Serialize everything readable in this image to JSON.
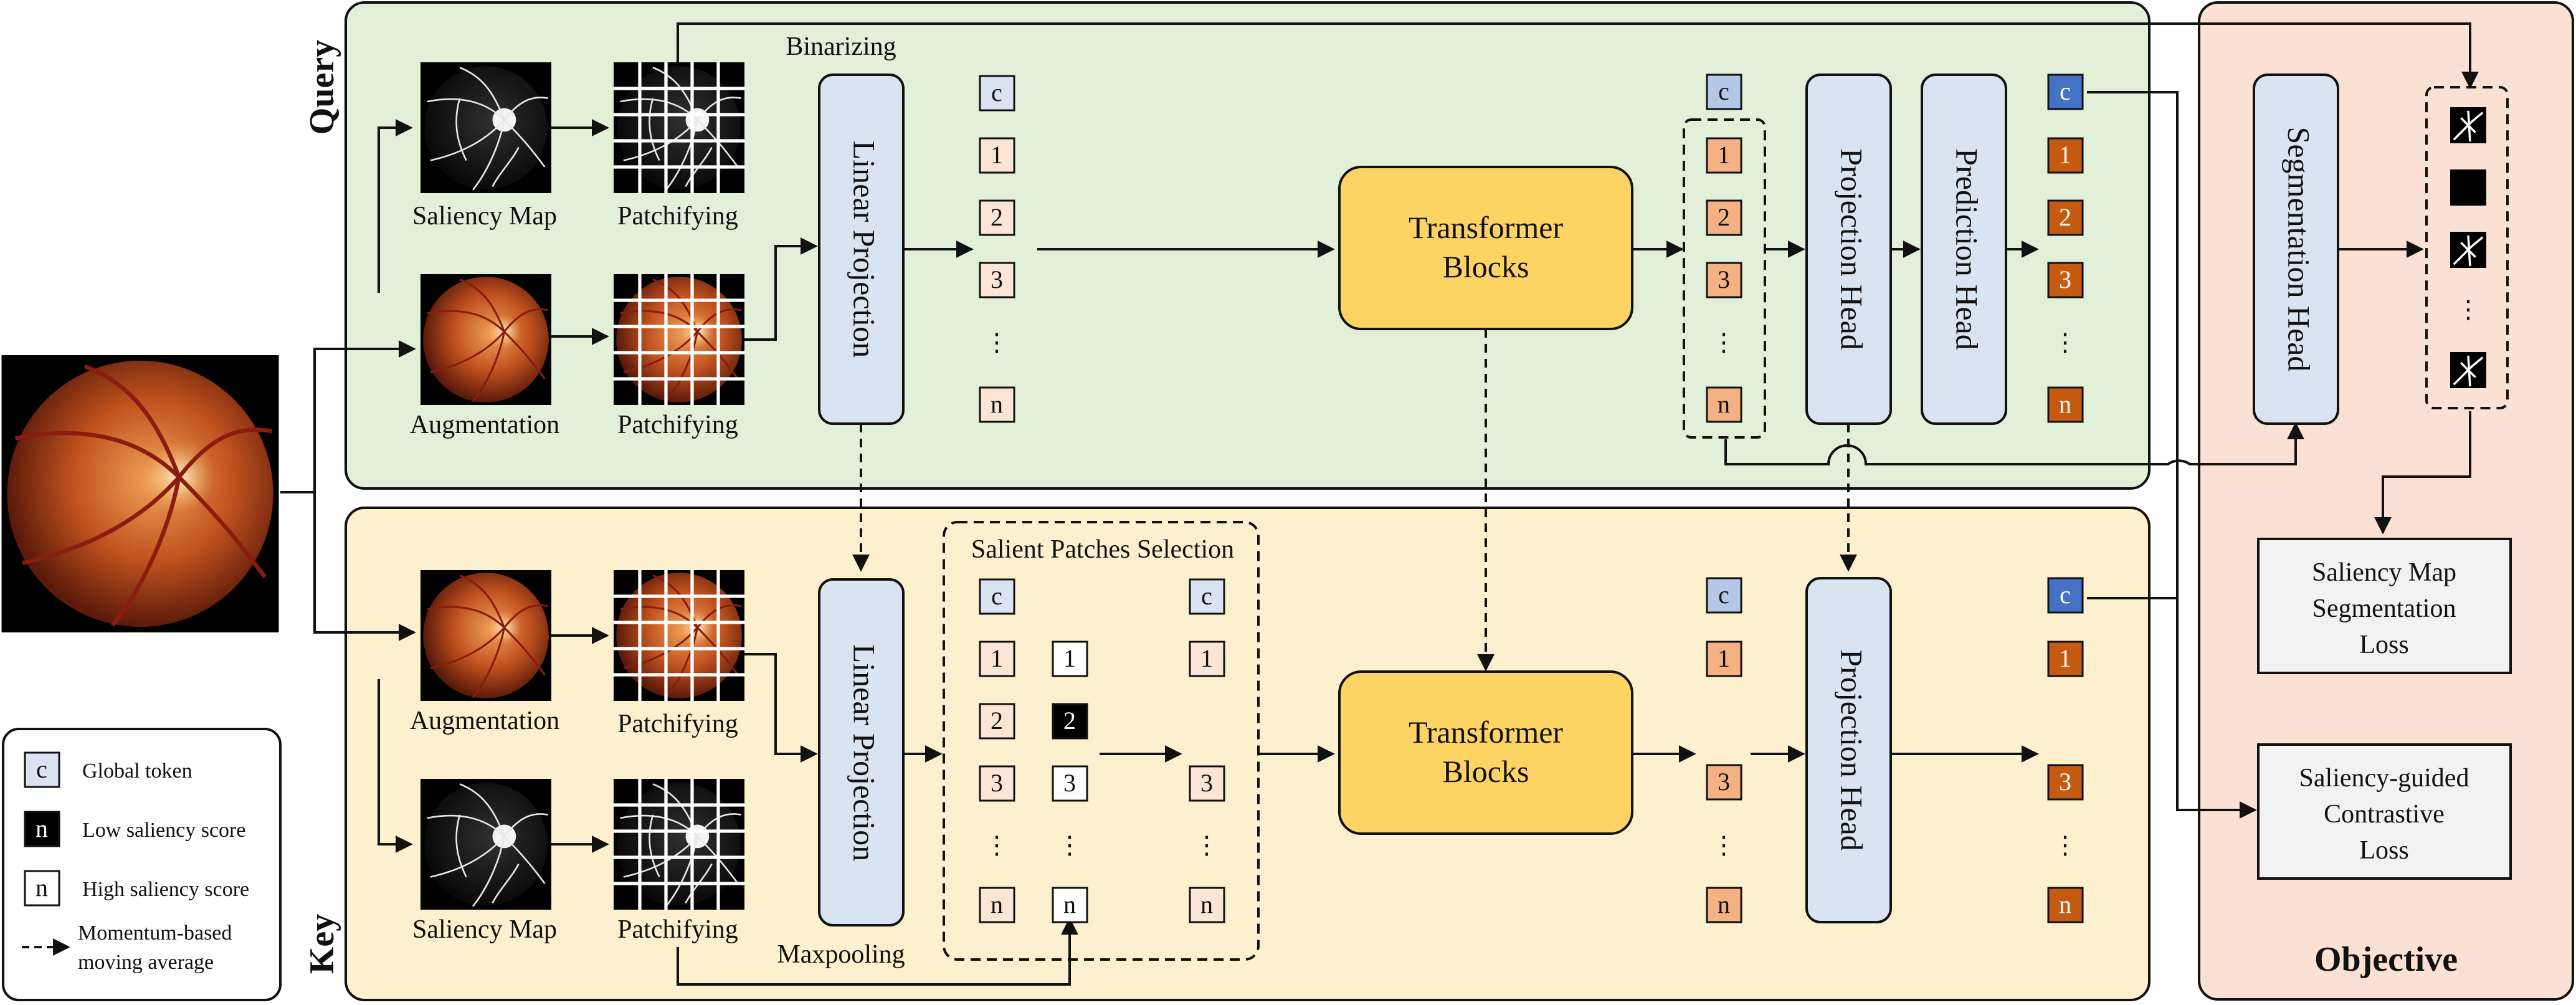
{
  "colors": {
    "query_panel": "#e2efd9",
    "key_panel": "#fdf0cf",
    "objective_panel": "#fbe1d4",
    "projection_box": "#d9e4f3",
    "transformer_box": "#fdd363",
    "loss_box": "#f2f2f2",
    "token_c_light": "#b4c7e7",
    "token_c_dark": "#4472c4",
    "token_n_light": "#f8cbad",
    "token_n_mid": "#f4b183",
    "token_n_dark": "#c55a11"
  },
  "panels": {
    "query": "Query",
    "key": "Key",
    "objective": "Objective"
  },
  "query": {
    "saliency_map": "Saliency Map",
    "patchifying_top": "Patchifying",
    "augmentation": "Augmentation",
    "patchifying_bottom": "Patchifying",
    "binarizing": "Binarizing",
    "linear_projection": "Linear Projection",
    "transformer": [
      "Transformer",
      "Blocks"
    ],
    "projection_head": "Projection Head",
    "prediction_head": "Prediction Head"
  },
  "key": {
    "augmentation": "Augmentation",
    "patchifying_top": "Patchifying",
    "saliency_map": "Saliency Map",
    "patchifying_bottom": "Patchifying",
    "linear_projection": "Linear Projection",
    "salient_selection": "Salient Patches Selection",
    "maxpooling": "Maxpooling",
    "transformer": [
      "Transformer",
      "Blocks"
    ],
    "projection_head": "Projection Head"
  },
  "objective": {
    "segmentation_head": "Segmentation Head",
    "seg_loss": [
      "Saliency Map",
      "Segmentation",
      "Loss"
    ],
    "contrastive_loss": [
      "Saliency-guided",
      "Contrastive",
      "Loss"
    ]
  },
  "tokens": {
    "global": "c",
    "n": "n",
    "one": "1",
    "two": "2",
    "three": "3",
    "ellipsis": "⋮"
  },
  "legend": {
    "global_token": "Global token",
    "low_saliency": "Low saliency score",
    "high_saliency": "High saliency score",
    "momentum": [
      "Momentum-based",
      "moving average"
    ]
  },
  "icons": [
    "fundus-image",
    "saliency-map-image",
    "patch-grid",
    "segmentation-mask"
  ]
}
